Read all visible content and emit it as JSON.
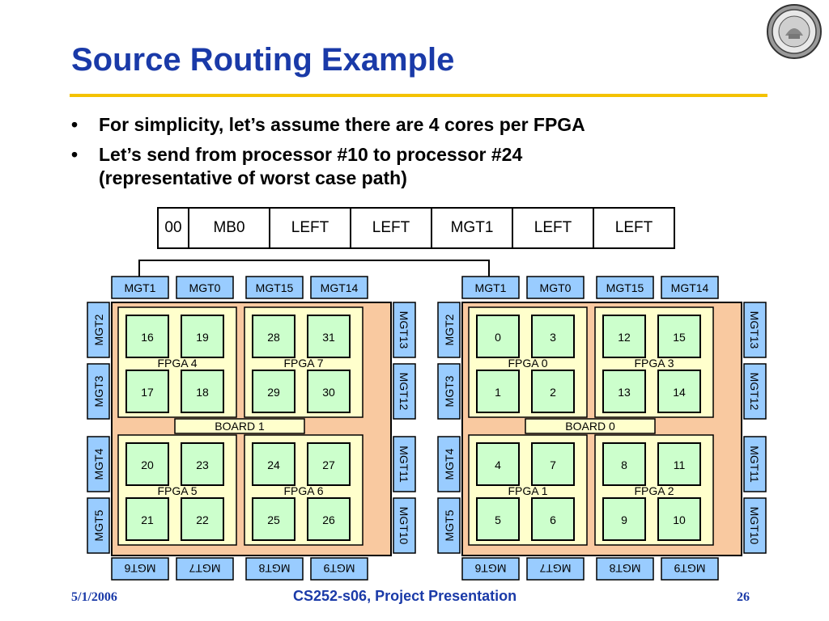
{
  "slide": {
    "title": "Source Routing Example",
    "bullets": [
      "For simplicity, let’s assume there are 4 cores per FPGA",
      "Let’s send from processor #10 to processor #24 (representative of worst case path)"
    ]
  },
  "route_header": [
    "00",
    "MB0",
    "LEFT",
    "LEFT",
    "MGT1",
    "LEFT",
    "LEFT"
  ],
  "boards": [
    {
      "label": "BOARD 1",
      "fpgas": [
        {
          "label": "FPGA 4",
          "cores": [
            "16",
            "19",
            "17",
            "18"
          ]
        },
        {
          "label": "FPGA 7",
          "cores": [
            "28",
            "31",
            "29",
            "30"
          ]
        },
        {
          "label": "FPGA 5",
          "cores": [
            "20",
            "23",
            "21",
            "22"
          ]
        },
        {
          "label": "FPGA 6",
          "cores": [
            "24",
            "27",
            "25",
            "26"
          ]
        }
      ]
    },
    {
      "label": "BOARD 0",
      "fpgas": [
        {
          "label": "FPGA 0",
          "cores": [
            "0",
            "3",
            "1",
            "2"
          ]
        },
        {
          "label": "FPGA 3",
          "cores": [
            "12",
            "15",
            "13",
            "14"
          ]
        },
        {
          "label": "FPGA 1",
          "cores": [
            "4",
            "7",
            "5",
            "6"
          ]
        },
        {
          "label": "FPGA 2",
          "cores": [
            "8",
            "11",
            "9",
            "10"
          ]
        }
      ]
    }
  ],
  "mgt_labels": {
    "top": [
      "MGT1",
      "MGT0",
      "MGT15",
      "MGT14"
    ],
    "left": [
      "MGT2",
      "MGT3",
      "MGT4",
      "MGT5"
    ],
    "right": [
      "MGT13",
      "MGT12",
      "MGT11",
      "MGT10"
    ],
    "bottom": [
      "MGT6",
      "MGT7",
      "MGT8",
      "MGT9"
    ]
  },
  "colors": {
    "title": "#1a3aa8",
    "accent_rule": "#f4c200",
    "board_fill": "#f9c9a0",
    "fpga_fill": "#ffffcc",
    "core_fill": "#ccffcc",
    "mgt_fill": "#99ccff"
  },
  "footer": {
    "date": "5/1/2006",
    "center": "CS252-s06, Project Presentation",
    "page": "26"
  }
}
